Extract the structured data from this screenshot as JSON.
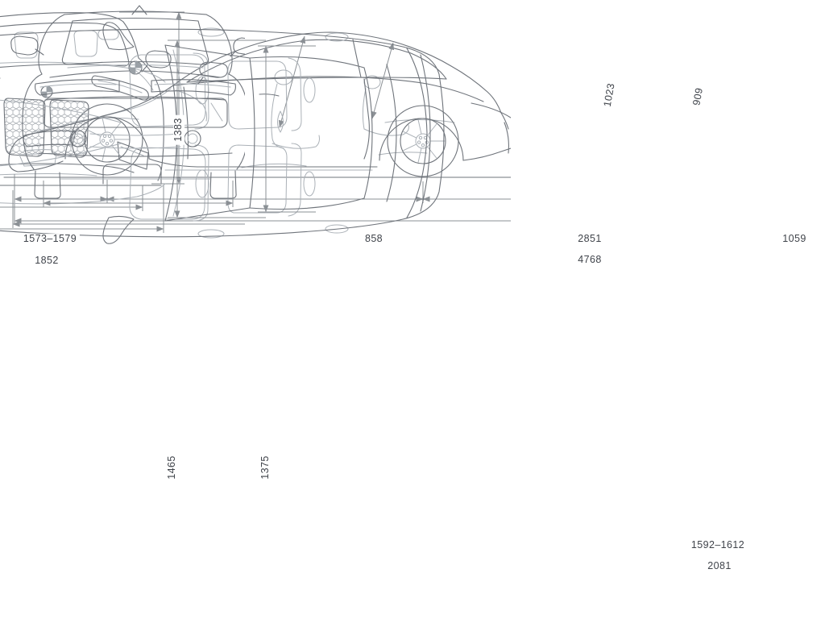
{
  "diagram_title": "car-dimensions-blueprint",
  "views": {
    "front": {
      "height": "1383",
      "track": "1573–1579",
      "width": "1852"
    },
    "side": {
      "front_headroom": "1023",
      "rear_headroom": "909",
      "front_overhang": "858",
      "wheelbase": "2851",
      "rear_overhang": "1059",
      "length": "4768"
    },
    "top": {
      "front_interior_width": "1465",
      "rear_interior_width": "1375"
    },
    "rear": {
      "track": "1592–1612",
      "width_incl_mirrors": "2081"
    }
  },
  "icons": {
    "front_badge": "bmw-roundel",
    "rear_badge": "bmw-roundel"
  },
  "colors": {
    "background": "#ffffff",
    "car_line": "#6f747b",
    "detail_line": "#abb1b7",
    "dimension_line": "#8b9095",
    "text": "#3f434a"
  }
}
